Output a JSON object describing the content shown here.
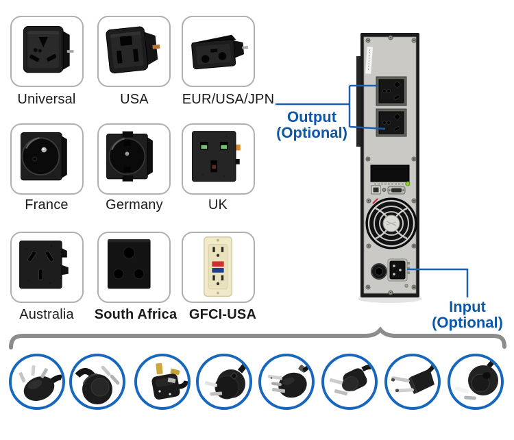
{
  "page": {
    "background": "#ffffff"
  },
  "colors": {
    "accent_text_blue": "#0d57a8",
    "callout_line_blue": "#1b5fae",
    "plug_ring_blue": "#1767bd",
    "brace_gray": "#8c8c8c",
    "label_text": "#1a1a1a"
  },
  "socket_grid": {
    "items": [
      {
        "label": "Universal",
        "icon": "universal-socket-image"
      },
      {
        "label": "USA",
        "icon": "usa-socket-image"
      },
      {
        "label": "EUR/USA/JPN",
        "icon": "eur-usa-jpn-socket-image"
      },
      {
        "label": "France",
        "icon": "france-socket-image"
      },
      {
        "label": "Germany",
        "icon": "germany-socket-image"
      },
      {
        "label": "UK",
        "icon": "uk-socket-image"
      },
      {
        "label": "Australia",
        "icon": "australia-socket-image"
      },
      {
        "label": "South Africa",
        "icon": "south-africa-socket-image"
      },
      {
        "label": "GFCI-USA",
        "icon": "gfci-usa-socket-image"
      }
    ]
  },
  "ups": {
    "callouts": {
      "output": {
        "line1": "Output",
        "line2": "(Optional)"
      },
      "input": {
        "line1": "Input",
        "line2": "(Optional)"
      }
    }
  },
  "plug_row": {
    "items": [
      {
        "icon": "china-3pin-plug"
      },
      {
        "icon": "eu-schuko-plug"
      },
      {
        "icon": "uk-3pin-plug"
      },
      {
        "icon": "australia-plug"
      },
      {
        "icon": "usa-3pin-plug"
      },
      {
        "icon": "usa-2pin-plug"
      },
      {
        "icon": "europe-2pin-plug"
      },
      {
        "icon": "round-2pin-plug"
      }
    ]
  }
}
